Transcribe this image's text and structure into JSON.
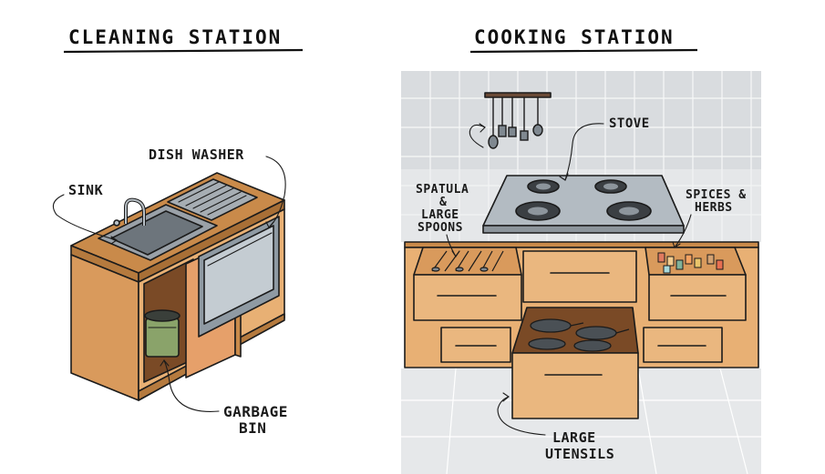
{
  "left_panel": {
    "title": "CLEANING STATION",
    "labels": {
      "dishwasher": "DISH WASHER",
      "sink": "SINK",
      "garbage_line1": "GARBAGE",
      "garbage_line2": "BIN"
    }
  },
  "right_panel": {
    "title": "COOKING STATION",
    "labels": {
      "stove": "STOVE",
      "spatula_line1": "SPATULA",
      "spatula_line2": "&",
      "spatula_line3": "LARGE",
      "spatula_line4": "SPOONS",
      "spices_line1": "SPICES &",
      "spices_line2": "HERBS",
      "utensils_line1": "LARGE",
      "utensils_line2": "UTENSILS"
    }
  },
  "colors": {
    "wood": "#e8b074",
    "wood_dark": "#cf8e52",
    "counter": "#c98a4a",
    "tile_wall": "#d9dcdf",
    "floor": "#e6e8ea",
    "steel": "#9aa1a8",
    "bin_green": "#8aa36a"
  }
}
